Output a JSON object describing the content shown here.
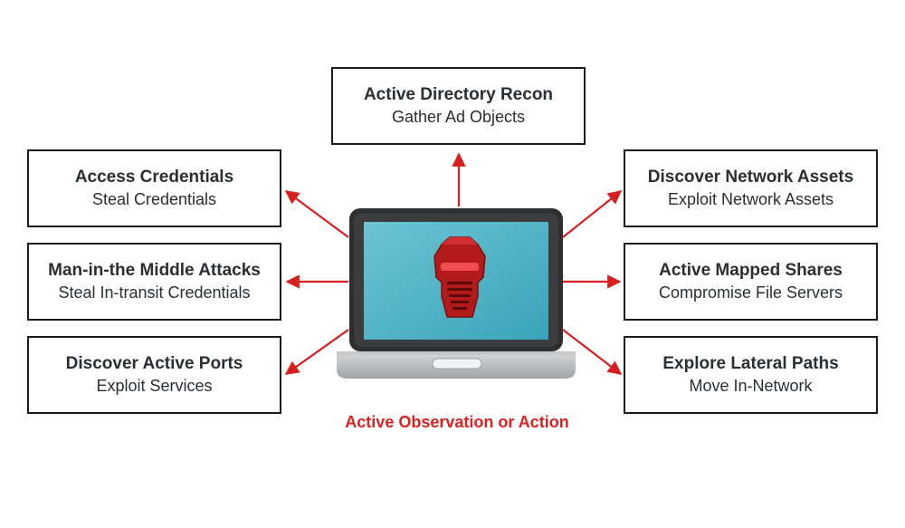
{
  "nodes": {
    "top": {
      "title": "Active Directory Recon",
      "subtitle": "Gather Ad Objects"
    },
    "left1": {
      "title": "Access Credentials",
      "subtitle": "Steal Credentials"
    },
    "left2": {
      "title": "Man-in-the Middle Attacks",
      "subtitle": "Steal In-transit Credentials"
    },
    "left3": {
      "title": "Discover Active Ports",
      "subtitle": "Exploit Services"
    },
    "right1": {
      "title": "Discover Network Assets",
      "subtitle": "Exploit Network Assets"
    },
    "right2": {
      "title": "Active Mapped Shares",
      "subtitle": "Compromise File Servers"
    },
    "right3": {
      "title": "Explore Lateral Paths",
      "subtitle": "Move In-Network"
    }
  },
  "caption": "Active Observation or Action",
  "colors": {
    "arrow": "#d81e1e",
    "caption": "#e02020",
    "screen": "#4aaec2",
    "robot": "#b31a1a"
  },
  "icons": {
    "center": "laptop-icon",
    "screen_emblem": "robot-head-icon"
  }
}
